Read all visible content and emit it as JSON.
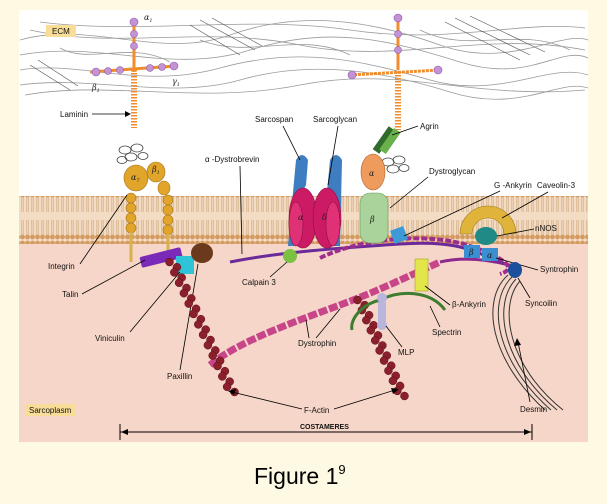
{
  "colors": {
    "page_bg": "#fdf9e3",
    "frame_bg": "#ffffff",
    "membrane_outer": "#d8a36c",
    "membrane_inner": "#f3dcc3",
    "sarcoplasm": "#f6d6c8",
    "ecm_label_bg": "#f7dd97",
    "dystrophin": "#c8458a",
    "f_actin": "#8b1f2c",
    "sarcospan": "#3e7ec0",
    "sarcoglycan": "#cc1b64",
    "dystroglycan_alpha": "#f09b5e",
    "dystroglycan_beta": "#a9d39b",
    "integrin": "#e1a52a",
    "talin": "#7b29b8",
    "vinculin": "#2fc3d8",
    "paxillin": "#6b3a1c",
    "calpain": "#7bc142",
    "caveolin": "#e0b33a",
    "nnos": "#1f8a86",
    "syntrophin": "#3b8fd0",
    "syncoilin": "#1c4f9c",
    "ankyrin_b": "#e3e64a",
    "spectrin": "#3c7d2f",
    "mlp": "#b9b5dc",
    "laminin_orange": "#f08d2e",
    "laminin_purple": "#c592d8"
  },
  "labels": {
    "ecm": "ECM",
    "sarcoplasm": "Sarcoplasm",
    "laminin": "Laminin",
    "alpha1": "α",
    "alpha1_sub": "1",
    "beta1": "β",
    "beta1_sub": "1",
    "gamma1": "γ",
    "gamma1_sub": "1",
    "sarcospan": "Sarcospan",
    "sarcoglycan": "Sarcoglycan",
    "agrin": "Agrin",
    "dystroglycan": "Dystroglycan",
    "dystrobrevin": "α -Dystrobrevin",
    "g_ankyrin": "G -Ankyrin",
    "caveolin3": "Caveolin-3",
    "nnos": "nNOS",
    "syntrophin": "Syntrophin",
    "syncoilin": "Syncoilin",
    "integrin": "Integrin",
    "talin": "Talin",
    "calpain3": "Calpain 3",
    "b_ankyrin": "β-Ankyrin",
    "spectrin": "Spectrin",
    "viniculin": "Viniculin",
    "paxillin": "Paxillin",
    "dystrophin": "Dystrophin",
    "mlp": "MLP",
    "f_actin": "F-Actin",
    "desmin": "Desmin",
    "costameres": "COSTAMERES",
    "integrin_alpha": "α",
    "integrin_alpha_sub": "7",
    "integrin_beta": "β",
    "integrin_beta_sub": "1",
    "sg_alpha": "α",
    "sg_delta": "δ",
    "dg_alpha": "α",
    "dg_beta": "β",
    "syn_beta": "β",
    "syn_alpha": "α"
  },
  "caption": {
    "text": "Figure 1",
    "superscript": "9"
  }
}
